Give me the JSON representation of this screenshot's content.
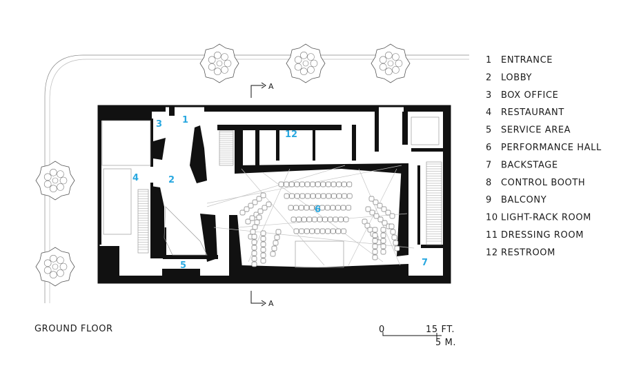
{
  "title": "GROUND FLOOR",
  "section_marker": "A",
  "scale": {
    "zero": "0",
    "feet": "15 FT.",
    "meters": "5 M."
  },
  "room_numbers": {
    "entrance": "1",
    "lobby": "2",
    "box_office": "3",
    "restaurant": "4",
    "service_area": "5",
    "performance_hall": "6",
    "backstage": "7",
    "restroom": "12"
  },
  "legend": [
    {
      "num": "1",
      "label": "ENTRANCE"
    },
    {
      "num": "2",
      "label": "LOBBY"
    },
    {
      "num": "3",
      "label": "BOX OFFICE"
    },
    {
      "num": "4",
      "label": "RESTAURANT"
    },
    {
      "num": "5",
      "label": "SERVICE AREA"
    },
    {
      "num": "6",
      "label": "PERFORMANCE HALL"
    },
    {
      "num": "7",
      "label": "BACKSTAGE"
    },
    {
      "num": "8",
      "label": "CONTROL BOOTH"
    },
    {
      "num": "9",
      "label": "BALCONY"
    },
    {
      "num": "10",
      "label": "LIGHT-RACK ROOM"
    },
    {
      "num": "11",
      "label": "DRESSING ROOM"
    },
    {
      "num": "12",
      "label": "RESTROOM"
    }
  ],
  "colors": {
    "wall": "#111111",
    "room_number": "#29a8e0"
  }
}
